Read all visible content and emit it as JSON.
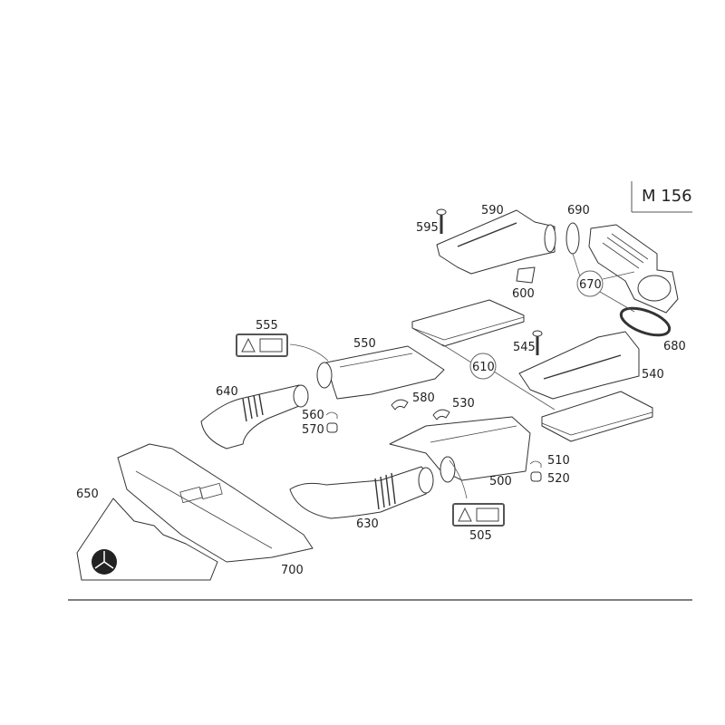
{
  "engine_code": "M 156",
  "callouts": {
    "p500": "500",
    "p505": "505",
    "p510": "510",
    "p520": "520",
    "p530": "530",
    "p540": "540",
    "p545": "545",
    "p550": "550",
    "p555": "555",
    "p560": "560",
    "p570": "570",
    "p580": "580",
    "p590": "590",
    "p595": "595",
    "p600": "600",
    "p610": "610",
    "p630": "630",
    "p640": "640",
    "p650": "650",
    "p670": "670",
    "p680": "680",
    "p690": "690",
    "p700": "700"
  }
}
